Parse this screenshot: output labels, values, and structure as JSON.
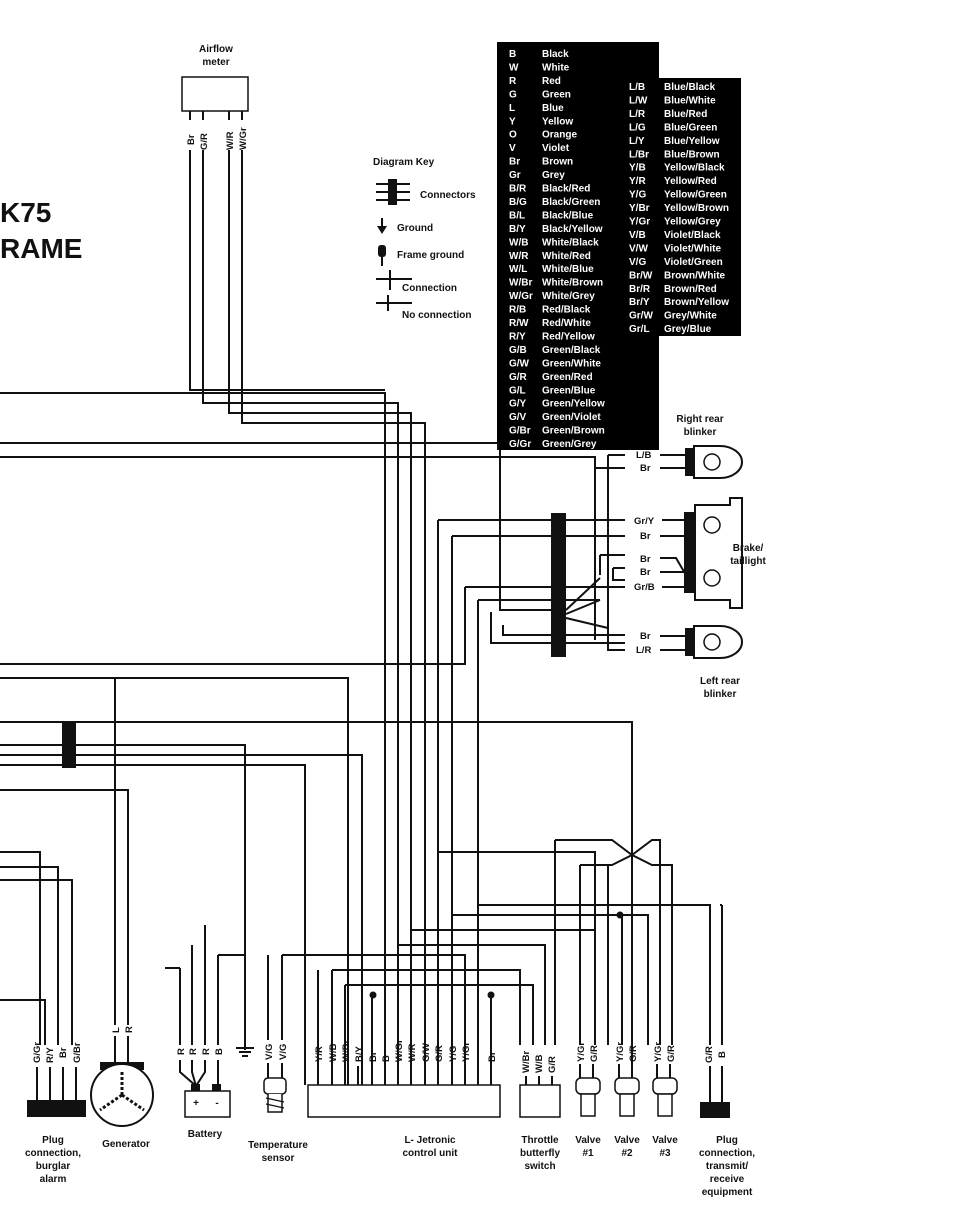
{
  "title": {
    "line1": "K75",
    "line2": "RAME"
  },
  "diagram_key": {
    "title": "Diagram Key",
    "items": [
      "Connectors",
      "Ground",
      "Frame ground",
      "Connection",
      "No connection"
    ]
  },
  "color_codes_left": [
    [
      "B",
      "Black"
    ],
    [
      "W",
      "White"
    ],
    [
      "R",
      "Red"
    ],
    [
      "G",
      "Green"
    ],
    [
      "L",
      "Blue"
    ],
    [
      "Y",
      "Yellow"
    ],
    [
      "O",
      "Orange"
    ],
    [
      "V",
      "Violet"
    ],
    [
      "Br",
      "Brown"
    ],
    [
      "Gr",
      "Grey"
    ],
    [
      "B/R",
      "Black/Red"
    ],
    [
      "B/G",
      "Black/Green"
    ],
    [
      "B/L",
      "Black/Blue"
    ],
    [
      "B/Y",
      "Black/Yellow"
    ],
    [
      "W/B",
      "White/Black"
    ],
    [
      "W/R",
      "White/Red"
    ],
    [
      "W/L",
      "White/Blue"
    ],
    [
      "W/Br",
      "White/Brown"
    ],
    [
      "W/Gr",
      "White/Grey"
    ],
    [
      "R/B",
      "Red/Black"
    ],
    [
      "R/W",
      "Red/White"
    ],
    [
      "R/Y",
      "Red/Yellow"
    ],
    [
      "G/B",
      "Green/Black"
    ],
    [
      "G/W",
      "Green/White"
    ],
    [
      "G/R",
      "Green/Red"
    ],
    [
      "G/L",
      "Green/Blue"
    ],
    [
      "G/Y",
      "Green/Yellow"
    ],
    [
      "G/V",
      "Green/Violet"
    ],
    [
      "G/Br",
      "Green/Brown"
    ],
    [
      "G/Gr",
      "Green/Grey"
    ]
  ],
  "color_codes_right": [
    [
      "L/B",
      "Blue/Black"
    ],
    [
      "L/W",
      "Blue/White"
    ],
    [
      "L/R",
      "Blue/Red"
    ],
    [
      "L/G",
      "Blue/Green"
    ],
    [
      "L/Y",
      "Blue/Yellow"
    ],
    [
      "L/Br",
      "Blue/Brown"
    ],
    [
      "Y/B",
      "Yellow/Black"
    ],
    [
      "Y/R",
      "Yellow/Red"
    ],
    [
      "Y/G",
      "Yellow/Green"
    ],
    [
      "Y/Br",
      "Yellow/Brown"
    ],
    [
      "Y/Gr",
      "Yellow/Grey"
    ],
    [
      "V/B",
      "Violet/Black"
    ],
    [
      "V/W",
      "Violet/White"
    ],
    [
      "V/G",
      "Violet/Green"
    ],
    [
      "Br/W",
      "Brown/White"
    ],
    [
      "Br/R",
      "Brown/Red"
    ],
    [
      "Br/Y",
      "Brown/Yellow"
    ],
    [
      "Gr/W",
      "Grey/White"
    ],
    [
      "Gr/L",
      "Grey/Blue"
    ]
  ],
  "components": {
    "airflow_meter": {
      "label": [
        "Airflow",
        "meter"
      ],
      "pins": [
        "Br",
        "G/R",
        "W/R",
        "W/Gr"
      ]
    },
    "right_rear_blinker": {
      "label": [
        "Right rear",
        "blinker"
      ],
      "wires": [
        "L/B",
        "Br"
      ]
    },
    "brake_taillight": {
      "label": [
        "Brake/",
        "taillight"
      ],
      "wires": [
        "Gr/Y",
        "Br",
        "Br",
        "Br",
        "Gr/B"
      ]
    },
    "left_rear_blinker": {
      "label": [
        "Left rear",
        "blinker"
      ],
      "wires": [
        "Br",
        "L/R"
      ]
    },
    "plug_burglar": {
      "label": [
        "Plug",
        "connection,",
        "burglar",
        "alarm"
      ],
      "pins": [
        "G/Gr",
        "R/Y",
        "Br",
        "G/Br"
      ]
    },
    "generator": {
      "label": [
        "Generator"
      ],
      "pins": [
        "L",
        "R"
      ]
    },
    "battery": {
      "label": [
        "Battery"
      ],
      "pins": [
        "R",
        "R",
        "R",
        "B"
      ],
      "terminals": [
        "+",
        "-"
      ]
    },
    "temp_sensor": {
      "label": [
        "Temperature",
        "sensor"
      ],
      "pins": [
        "V/G",
        "V/G"
      ]
    },
    "ljetronic": {
      "label": [
        "L- Jetronic",
        "control unit"
      ],
      "pins": [
        "Y/R",
        "W/B",
        "W/Br",
        "B/Y",
        "Br",
        "B",
        "W/Gr",
        "W/R",
        "G/W",
        "G/R",
        "Y/G",
        "Y/Gr",
        "Br"
      ]
    },
    "throttle_switch": {
      "label": [
        "Throttle",
        "butterfly",
        "switch"
      ],
      "pins": [
        "W/Br",
        "W/B",
        "G/R"
      ]
    },
    "valve1": {
      "label": [
        "Valve",
        "#1"
      ],
      "pins": [
        "Y/Gr",
        "G/R"
      ]
    },
    "valve2": {
      "label": [
        "Valve",
        "#2"
      ],
      "pins": [
        "Y/Gr",
        "G/R"
      ]
    },
    "valve3": {
      "label": [
        "Valve",
        "#3"
      ],
      "pins": [
        "Y/Gr",
        "G/R"
      ]
    },
    "plug_transmit": {
      "label": [
        "Plug",
        "connection,",
        "transmit/",
        "receive",
        "equipment"
      ],
      "pins": [
        "G/R",
        "B"
      ]
    }
  }
}
